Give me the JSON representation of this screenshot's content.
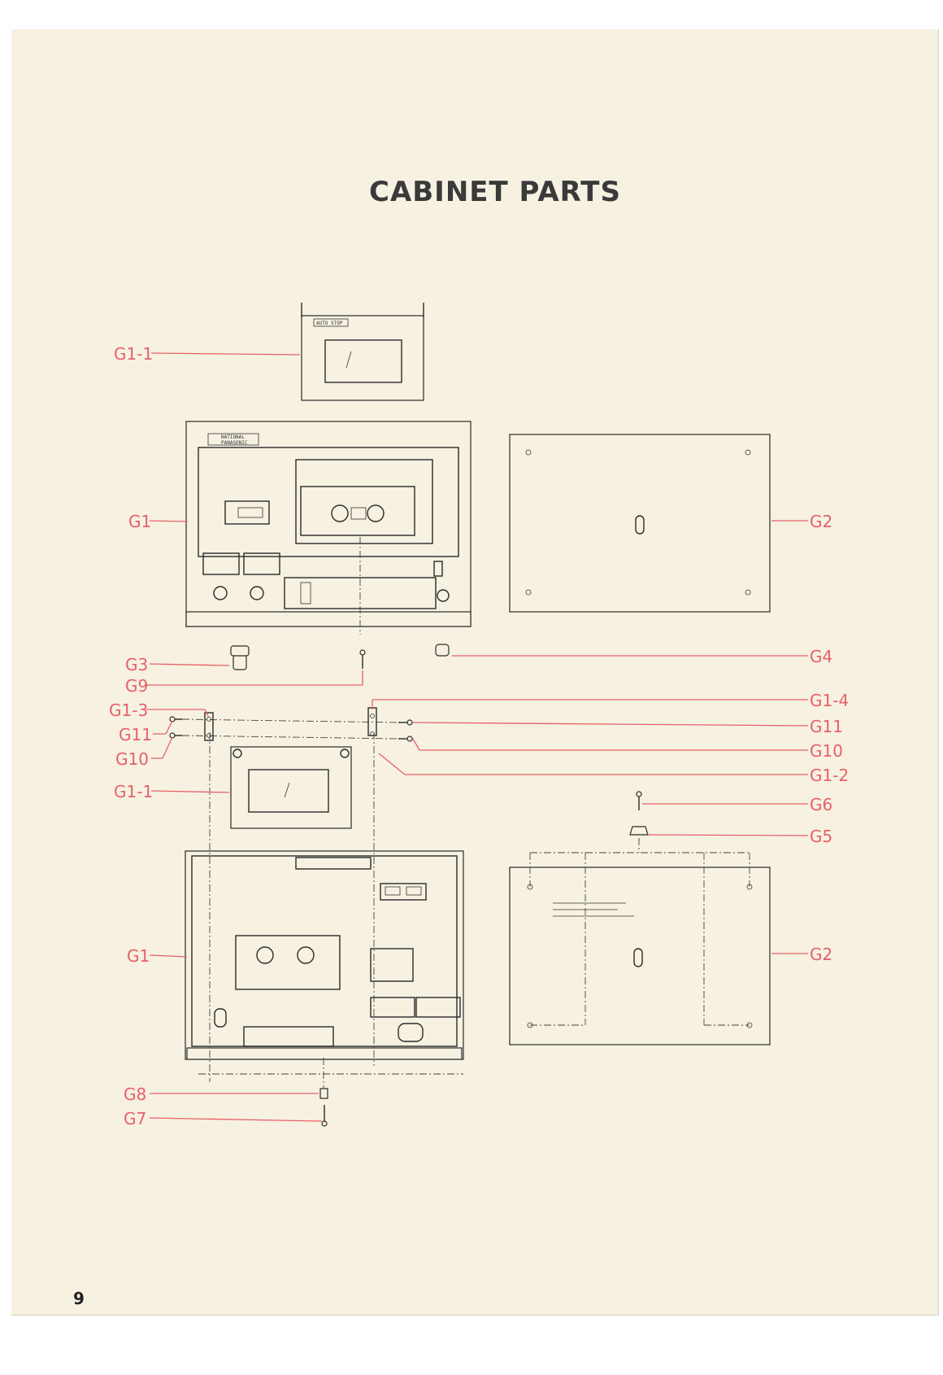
{
  "title": "CABINET PARTS",
  "page_number": "9",
  "labels": {
    "g1_1_top": "G1-1",
    "g1_top": "G1",
    "g2_top": "G2",
    "g3": "G3",
    "g9": "G9",
    "g4": "G4",
    "g1_3": "G1-3",
    "g11_left": "G11",
    "g10_left": "G10",
    "g1_4": "G1-4",
    "g11_right": "G11",
    "g10_right": "G10",
    "g1_2": "G1-2",
    "g1_1_mid": "G1-1",
    "g6": "G6",
    "g5": "G5",
    "g1_bottom": "G1",
    "g2_bottom": "G2",
    "g8": "G8",
    "g7": "G7"
  },
  "device": {
    "brand_line1": "NATIONAL",
    "brand_line2": "PANASONIC",
    "auto_stop": "AUTO STOP"
  },
  "colors": {
    "label": "#e8606a",
    "paper": "#f6f1e1",
    "ink": "#2a2a2a"
  }
}
